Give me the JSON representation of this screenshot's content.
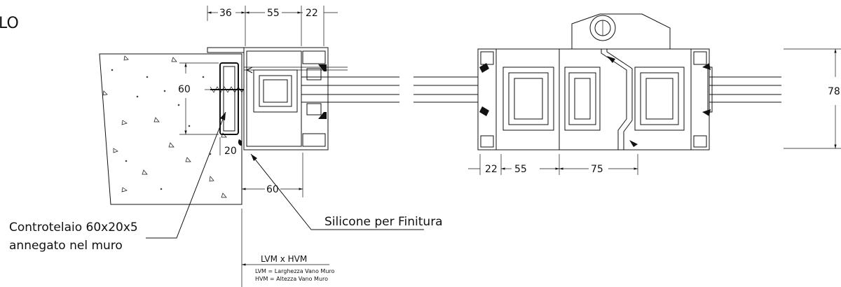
{
  "page": {
    "corner_fragment": "LO"
  },
  "top_dimensions": [
    "36",
    "55",
    "22"
  ],
  "bottom_dimensions": [
    "22",
    "55",
    "75"
  ],
  "wall_dimensions": {
    "height": "60",
    "depth": "20",
    "offset": "60"
  },
  "right_dimension": "78",
  "labels": {
    "counterframe_line1": "Controtelaio 60x20x5",
    "counterframe_line2": "annegato nel muro",
    "silicone": "Silicone per Finitura"
  },
  "legend": {
    "title": "LVM x HVM",
    "line1": "LVM = Larghezza Vano Muro",
    "line2": "HVM = Altezza Vano Muro"
  }
}
